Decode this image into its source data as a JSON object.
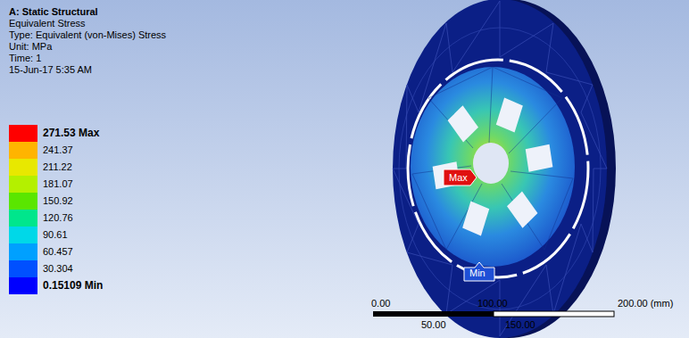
{
  "diagram": {
    "title": "A: Static Structural",
    "nodes": [
      {
        "text": [
          "Max"
        ]
      },
      {
        "text": [
          "Min"
        ]
      }
    ],
    "labels": [
      "Equivalent Stress",
      "Type: Equivalent (von-Mises) Stress",
      "Unit: MPa",
      "Time: 1",
      "15-Jun-17 5:35 AM",
      "0.00",
      "100.00",
      "200.00 (mm)",
      "50.00",
      "150.00"
    ],
    "legend": [
      {
        "text": "271.53 Max",
        "color": "#ff0000"
      },
      {
        "text": "241.37",
        "color": "#ffb400"
      },
      {
        "text": "211.22",
        "color": "#e8e800"
      },
      {
        "text": "181.07",
        "color": "#b4f000"
      },
      {
        "text": "150.92",
        "color": "#5ae600"
      },
      {
        "text": "120.76",
        "color": "#00e68c"
      },
      {
        "text": "90.61",
        "color": "#00d8e8"
      },
      {
        "text": "60.457",
        "color": "#00a0ff"
      },
      {
        "text": "30.304",
        "color": "#0050ff"
      },
      {
        "text": "0.15109 Min",
        "color": "#0000ff"
      }
    ]
  }
}
